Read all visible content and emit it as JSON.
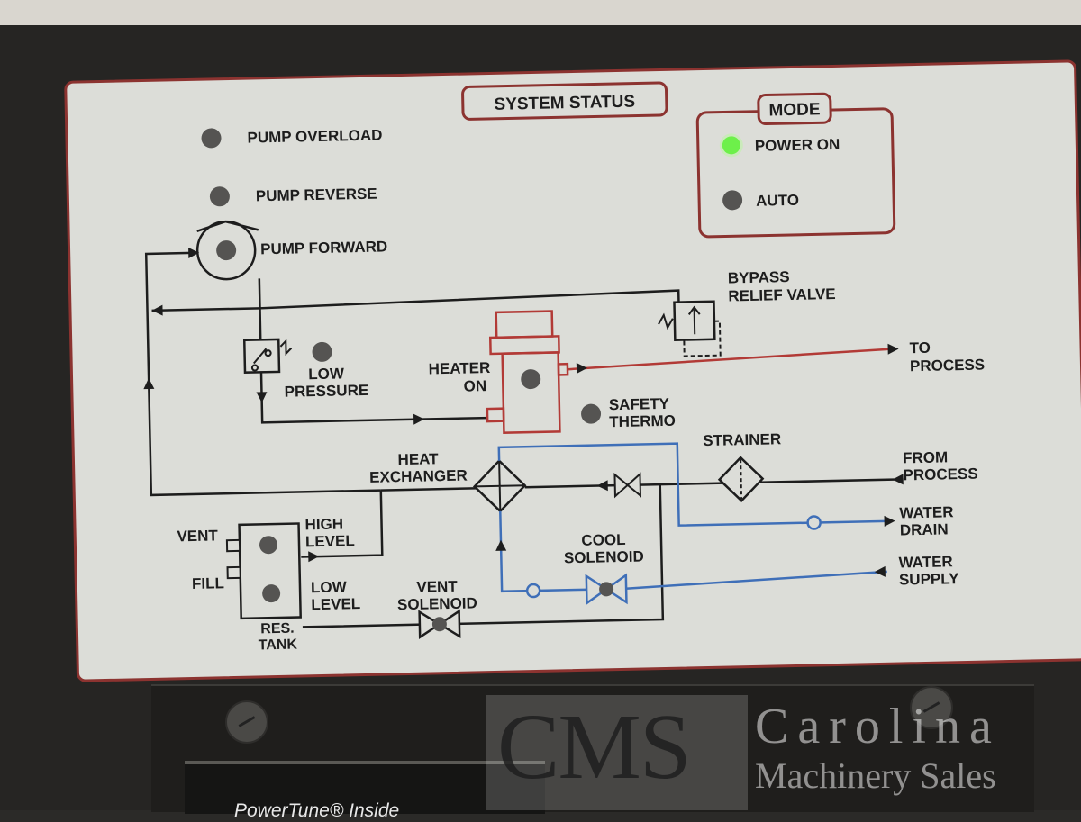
{
  "panel": {
    "title": "SYSTEM STATUS",
    "mode_title": "MODE",
    "indicators": {
      "pump_overload": "PUMP OVERLOAD",
      "pump_reverse": "PUMP REVERSE",
      "pump_forward": "PUMP FORWARD",
      "power_on": "POWER ON",
      "auto": "AUTO",
      "low_pressure_1": "LOW",
      "low_pressure_2": "PRESSURE",
      "heater_on_1": "HEATER",
      "heater_on_2": "ON",
      "safety_thermo_1": "SAFETY",
      "safety_thermo_2": "THERMO",
      "high_level_1": "HIGH",
      "high_level_2": "LEVEL",
      "low_level_1": "LOW",
      "low_level_2": "LEVEL"
    },
    "lamp_states": {
      "power_on": "on",
      "auto": "off",
      "pump_overload": "off",
      "pump_reverse": "off",
      "pump_forward": "off"
    },
    "labels": {
      "bypass_1": "BYPASS",
      "bypass_2": "RELIEF VALVE",
      "to_process_1": "TO",
      "to_process_2": "PROCESS",
      "strainer": "STRAINER",
      "heat_exchanger_1": "HEAT",
      "heat_exchanger_2": "EXCHANGER",
      "from_process_1": "FROM",
      "from_process_2": "PROCESS",
      "water_drain_1": "WATER",
      "water_drain_2": "DRAIN",
      "water_supply_1": "WATER",
      "water_supply_2": "SUPPLY",
      "cool_solenoid_1": "COOL",
      "cool_solenoid_2": "SOLENOID",
      "vent_solenoid_1": "VENT",
      "vent_solenoid_2": "SOLENOID",
      "vent": "VENT",
      "fill": "FILL",
      "res_tank_1": "RES.",
      "res_tank_2": "TANK"
    }
  },
  "colors": {
    "panel_border": "#8c3330",
    "process_line": "#b23a36",
    "water_line": "#3f6fb8",
    "power_lamp": "#6df04a"
  },
  "bottom_plate": {
    "text": "PowerTune® Inside"
  },
  "watermark": {
    "cms": "CMS",
    "carolina": "Carolina",
    "subtitle": "Machinery Sales"
  }
}
